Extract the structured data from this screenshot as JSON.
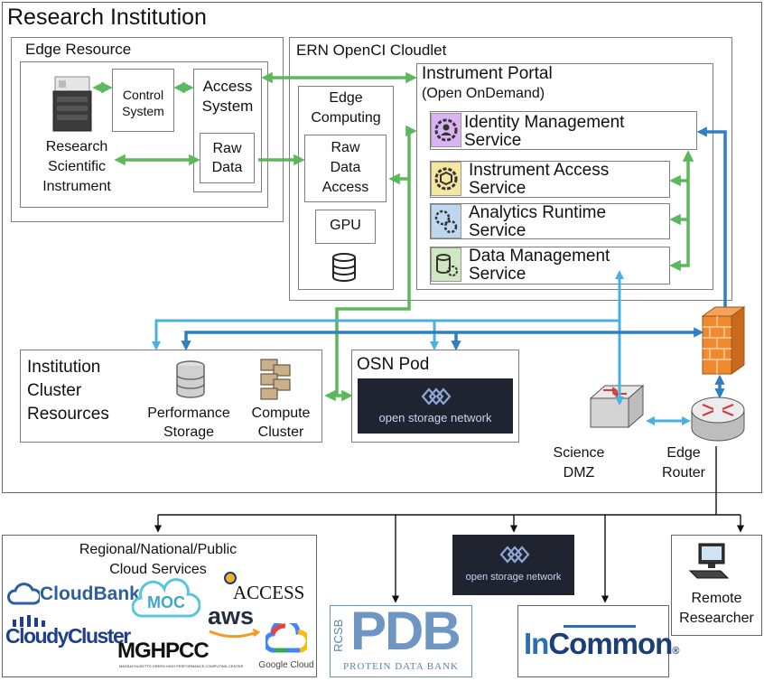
{
  "institution": {
    "title": "Research Institution"
  },
  "edge_resource": {
    "title": "Edge Resource",
    "control_system": [
      "Control",
      "System"
    ],
    "access_system": [
      "Access",
      "System"
    ],
    "raw_data": [
      "Raw",
      "Data"
    ],
    "instrument_label": [
      "Research",
      "Scientific",
      "Instrument"
    ]
  },
  "cloudlet": {
    "title": "ERN OpenCI Cloudlet",
    "edge_computing": [
      "Edge",
      "Computing"
    ],
    "raw_data_access": [
      "Raw",
      "Data",
      "Access"
    ],
    "gpu": "GPU"
  },
  "portal": {
    "title": "Instrument Portal",
    "subtitle": "(Open OnDemand)",
    "services": [
      {
        "label": [
          "Identity Management",
          "Service"
        ],
        "icon": "gear-person-icon",
        "color": "#d9b3f2"
      },
      {
        "label": [
          "Instrument Access",
          "Service"
        ],
        "icon": "gear-cube-icon",
        "color": "#f5e6a0"
      },
      {
        "label": [
          "Analytics Runtime",
          "Service"
        ],
        "icon": "gears-icon",
        "color": "#bcd7ef"
      },
      {
        "label": [
          "Data Management",
          "Service"
        ],
        "icon": "database-gear-icon",
        "color": "#cfe8bf"
      }
    ]
  },
  "cluster": {
    "title": [
      "Institution",
      "Cluster",
      "Resources"
    ],
    "performance_storage": [
      "Performance",
      "Storage"
    ],
    "compute_cluster": [
      "Compute",
      "Cluster"
    ]
  },
  "osn_pod": {
    "title": "OSN Pod",
    "logo_text": "open storage network"
  },
  "network": {
    "science_dmz": [
      "Science",
      "DMZ"
    ],
    "edge_router": [
      "Edge",
      "Router"
    ]
  },
  "external": {
    "cloud_title": [
      "Regional/National/Public",
      "Cloud Services"
    ],
    "cloud_logos": {
      "cloudbank": "CloudBank",
      "moc": "MOC",
      "access": "ACCESS",
      "aws": "aws",
      "cloudycluster": "CloudyCluster",
      "mghpcc": "MGHPCC",
      "mghpcc_sub": "MASSACHUSETTS GREEN HIGH PERFORMANCE COMPUTING CENTER",
      "google_cloud": "Google Cloud"
    },
    "osn_logo_text": "open storage network",
    "pdb": {
      "rcsb": "RCSB",
      "pdb": "PDB",
      "sub": "PROTEIN DATA BANK"
    },
    "incommon": {
      "in": "In",
      "common": "Common",
      "mark": "®"
    },
    "remote": [
      "Remote",
      "Researcher"
    ]
  },
  "colors": {
    "green": "#5cb85c",
    "blue": "#2f7fc1",
    "dark_blue": "#1e5fa8",
    "light_blue": "#4ab0e0"
  }
}
